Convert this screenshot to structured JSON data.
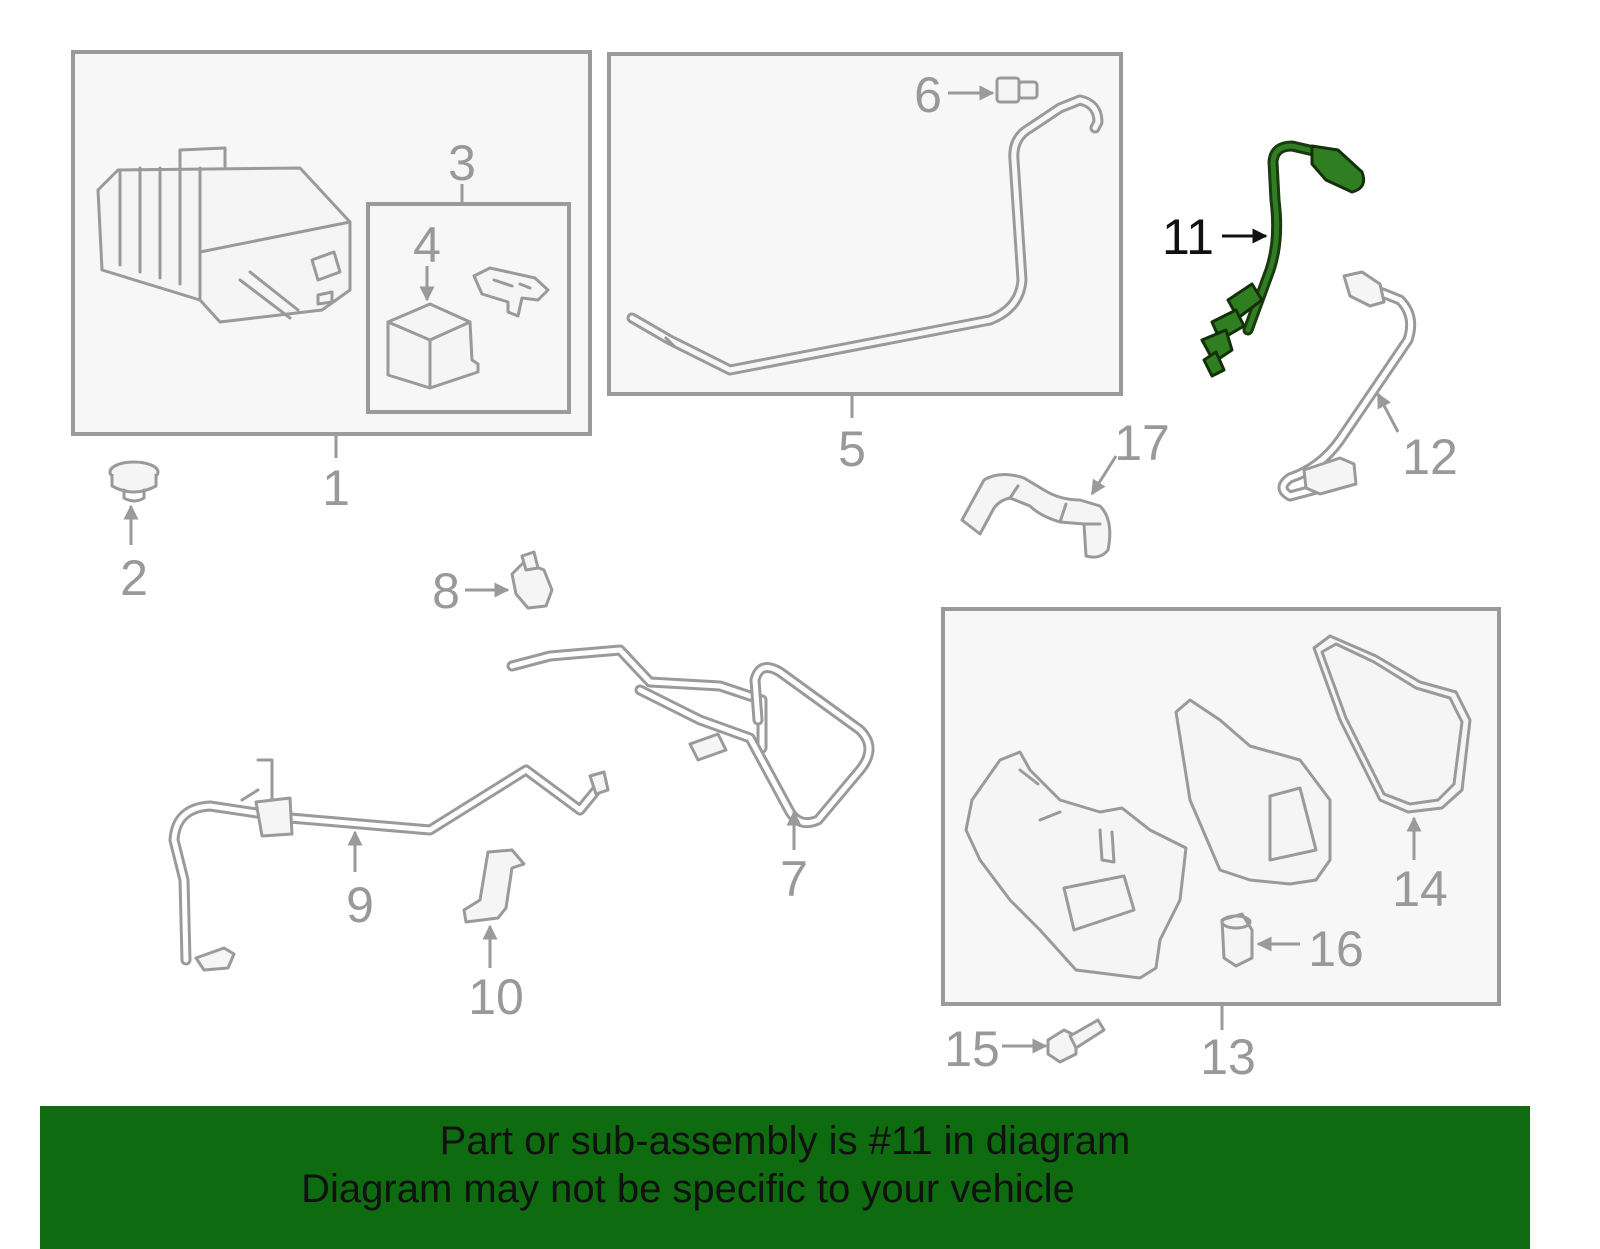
{
  "callouts": {
    "c1": "1",
    "c2": "2",
    "c3": "3",
    "c4": "4",
    "c5": "5",
    "c6": "6",
    "c7": "7",
    "c8": "8",
    "c9": "9",
    "c10": "10",
    "c11": "11",
    "c12": "12",
    "c13": "13",
    "c14": "14",
    "c15": "15",
    "c16": "16",
    "c17": "17"
  },
  "highlight": {
    "part": "11",
    "color": "#2f7f22"
  },
  "footer": {
    "line1": "Part or sub-assembly is #11 in diagram",
    "line2": "Diagram may not be specific to your vehicle",
    "background": "#0f6b0f"
  }
}
